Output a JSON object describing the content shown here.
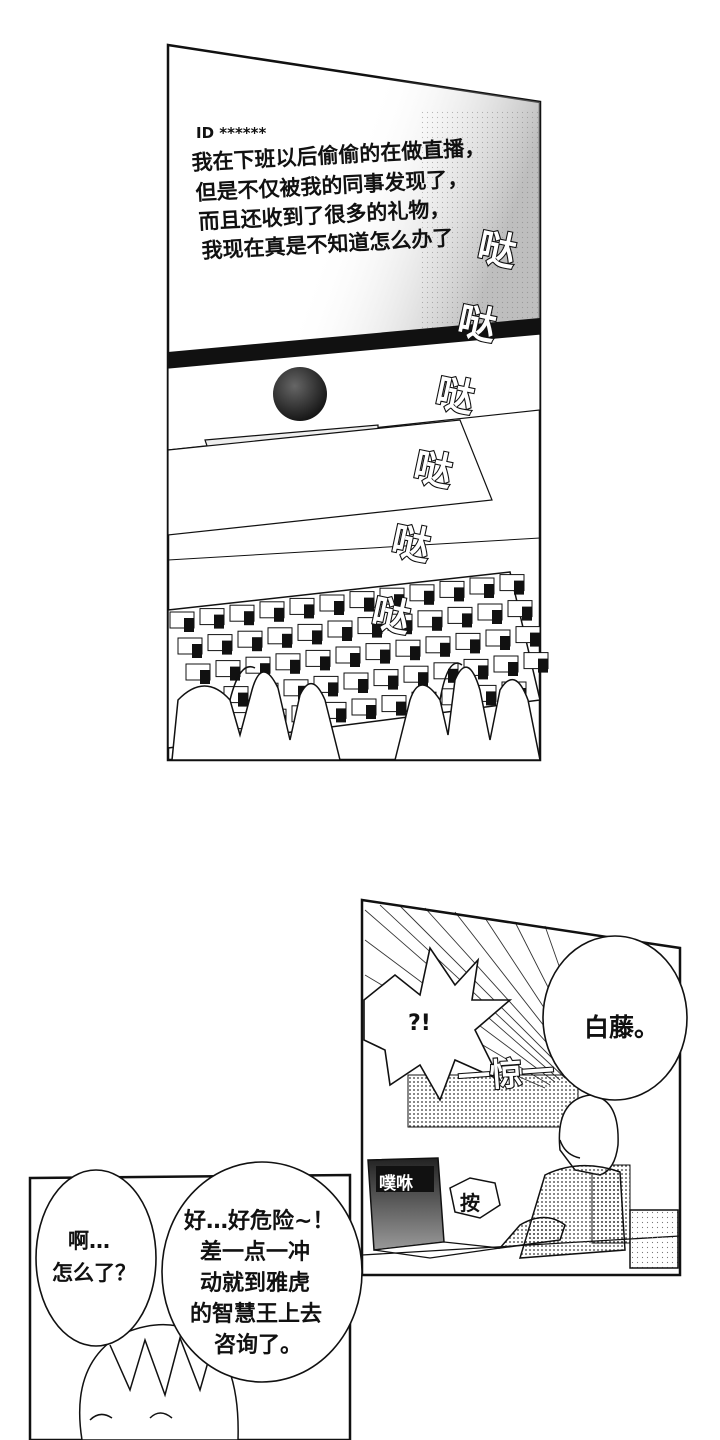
{
  "panel1": {
    "post_id": "ID ******",
    "post_lines": [
      "我在下班以后偷偷的在做直播，",
      "但是不仅被我的同事发现了，",
      "而且还收到了很多的礼物，",
      "我现在真是不知道怎么办了"
    ],
    "typing_sfx": [
      "哒",
      "哒",
      "哒",
      "哒",
      "哒",
      "哒"
    ]
  },
  "panel2": {
    "bubble_left": "?!",
    "bubble_right": "白藤。",
    "surprise_sfx": "一惊一",
    "laptop_sfx": "噗咻",
    "press_sfx": "按"
  },
  "panel3": {
    "bubble_left_lines": [
      "啊…",
      "怎么了？"
    ],
    "bubble_right_lines": [
      "好…好危险~！",
      "差一点一冲",
      "动就到雅虎",
      "的智慧王上去",
      "咨询了。"
    ]
  }
}
